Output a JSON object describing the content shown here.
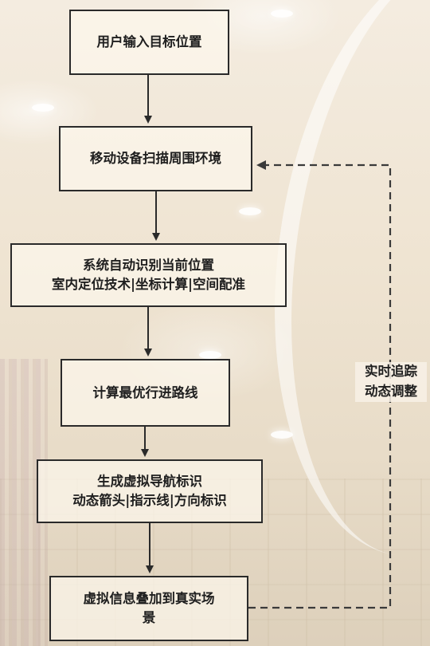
{
  "diagram": {
    "steps": [
      {
        "lines": [
          "用户输入目标位置"
        ]
      },
      {
        "lines": [
          "移动设备扫描周围环境"
        ]
      },
      {
        "lines": [
          "系统自动识别当前位置",
          "室内定位技术|坐标计算|空间配准"
        ]
      },
      {
        "lines": [
          "计算最优行进路线"
        ]
      },
      {
        "lines": [
          "生成虚拟导航标识",
          "动态箭头|指示线|方向标识"
        ]
      },
      {
        "lines": [
          "虚拟信息叠加到真实场",
          "景"
        ]
      }
    ],
    "feedback_label": {
      "line1": "实时追踪",
      "line2": "动态调整"
    }
  },
  "colors": {
    "box_border": "#2a2a2a",
    "arrow": "#2a2a2a",
    "dashed_arrow": "#3a3a3a",
    "box_fill": "#fcf6ec"
  }
}
